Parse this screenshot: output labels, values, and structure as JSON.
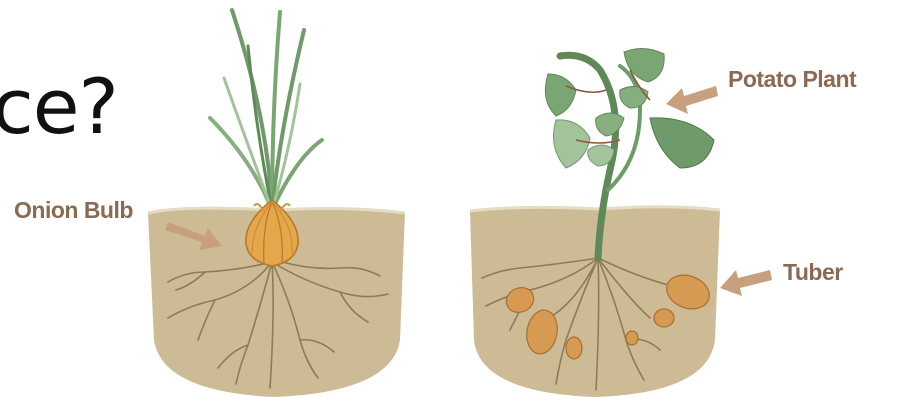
{
  "slide": {
    "title_fragment": "ce?"
  },
  "labels": {
    "onion": "Onion Bulb",
    "potato": "Potato Plant",
    "tuber": "Tuber"
  },
  "colors": {
    "soil": "#cdbb96",
    "soil_dark": "#b7a47c",
    "root": "#8f7a58",
    "leaf": "#6f9a6a",
    "leaf_light": "#a3c49a",
    "stem": "#5f8a57",
    "bulb": "#e4a84a",
    "tuber": "#d69a52",
    "arrow": "#c8a07e",
    "label": "#8a6a52"
  },
  "icons": {
    "onion": "onion-bulb-icon",
    "potato": "potato-plant-icon"
  }
}
